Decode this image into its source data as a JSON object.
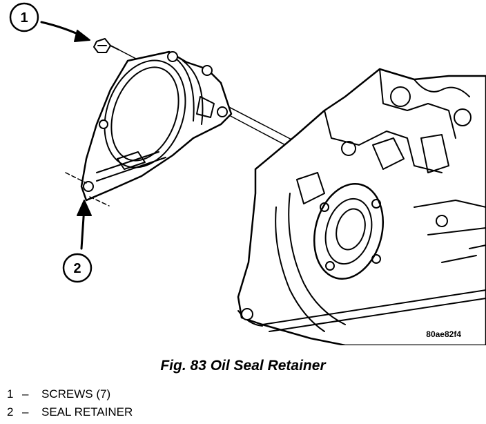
{
  "figure": {
    "callouts": [
      {
        "number": "1"
      },
      {
        "number": "2"
      }
    ],
    "image_code": "80ae82f4"
  },
  "caption": "Fig. 83 Oil Seal Retainer",
  "legend": [
    {
      "number": "1",
      "dash": "–",
      "label": "SCREWS (7)"
    },
    {
      "number": "2",
      "dash": "–",
      "label": "SEAL RETAINER"
    }
  ]
}
